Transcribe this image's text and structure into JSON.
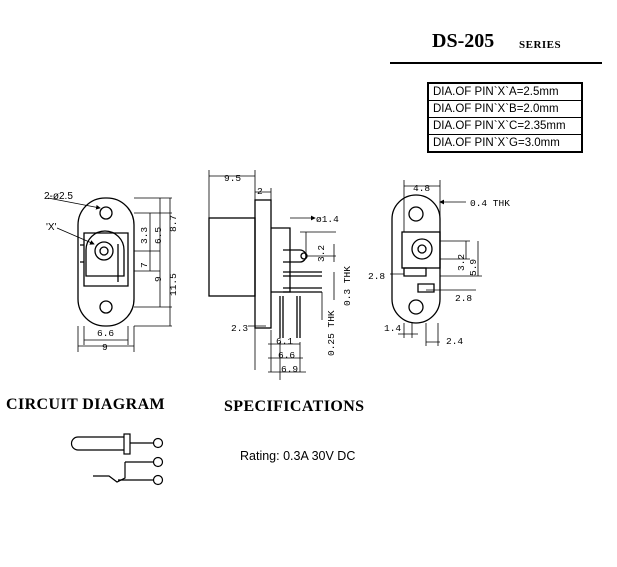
{
  "header": {
    "title": "DS-205",
    "series": "SERIES"
  },
  "pin_table": {
    "rows": [
      "DIA.OF PIN`X`A=2.5mm",
      "DIA.OF PIN`X`B=2.0mm",
      "DIA.OF PIN`X`C=2.35mm",
      "DIA.OF PIN`X`G=3.0mm"
    ]
  },
  "front_view": {
    "hole_label": "2-ø2.5",
    "pin_label": "'X'",
    "dims": [
      "3.3",
      "6.5",
      "8.7",
      "7",
      "9",
      "11.5",
      "6.6",
      "9"
    ]
  },
  "side_view": {
    "dims": [
      "9.5",
      "2",
      "ø1.4",
      "3.2",
      "0.3 THK",
      "2.3",
      "6.1",
      "6.6",
      "6.9",
      "0.25 THK"
    ]
  },
  "rear_view": {
    "dims": [
      "4.8",
      "0.4 THK",
      "3.2",
      "5.9",
      "2.8",
      "2.8",
      "1.4",
      "2.4"
    ]
  },
  "circuit": {
    "heading": "CIRCUIT  DIAGRAM"
  },
  "specifications": {
    "heading": "SPECIFICATIONS",
    "rating": "Rating: 0.3A 30V DC"
  }
}
